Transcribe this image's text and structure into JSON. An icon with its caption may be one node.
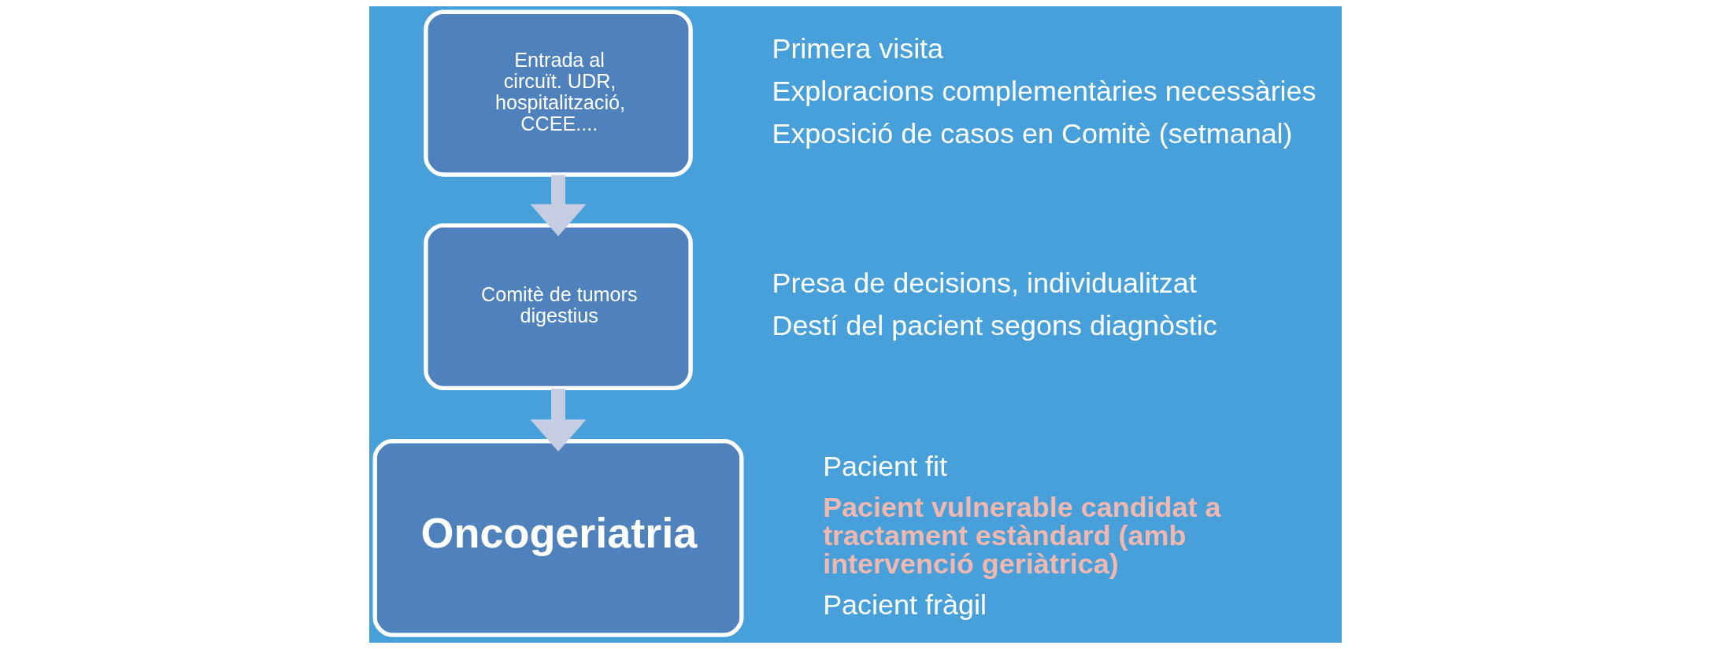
{
  "diagram": {
    "nodes": [
      {
        "text": [
          "Entrada al circuït. UDR, hospitalització, CCEE...."
        ],
        "beside": [
          "Primera visita",
          "Exploracions complementàries necessàries",
          "Exposició de casos en Comitè (setmanal)"
        ]
      },
      {
        "text": [
          "Comitè de tumors digestius"
        ],
        "beside": [
          "Presa de decisions, individualitzat",
          "Destí del pacient segons diagnòstic"
        ]
      },
      {
        "text": [
          "Oncogeriatria"
        ],
        "beside": [
          "Pacient fit",
          "Pacient vulnerable candidat a tractament estàndard (amb intervenció geriàtrica)",
          "Pacient fràgil"
        ]
      }
    ],
    "edges": [
      {
        "from": 0,
        "to": 1,
        "arrow": "to"
      },
      {
        "from": 1,
        "to": 2,
        "arrow": "to"
      }
    ]
  }
}
